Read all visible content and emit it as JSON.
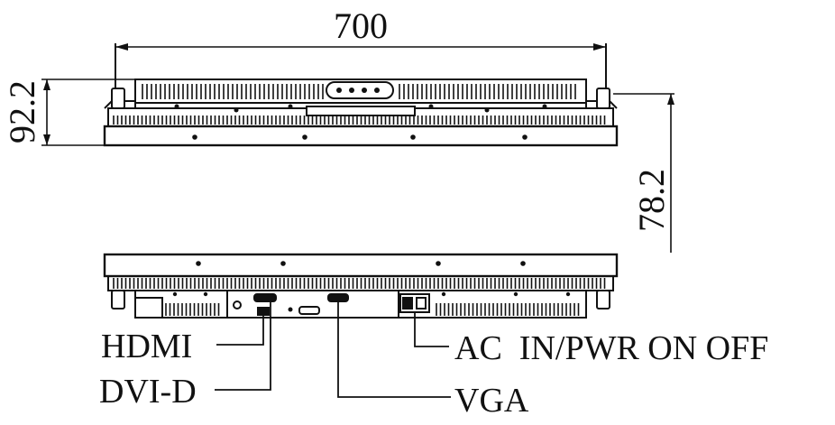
{
  "dimensions": {
    "width": "700",
    "height_total": "92.2",
    "height_body": "78.2"
  },
  "ports": {
    "hdmi": "HDMI",
    "dvi": "DVI-D",
    "vga": "VGA",
    "ac": "AC  IN/PWR ON OFF"
  },
  "colors": {
    "line": "#111111",
    "background": "#ffffff"
  }
}
